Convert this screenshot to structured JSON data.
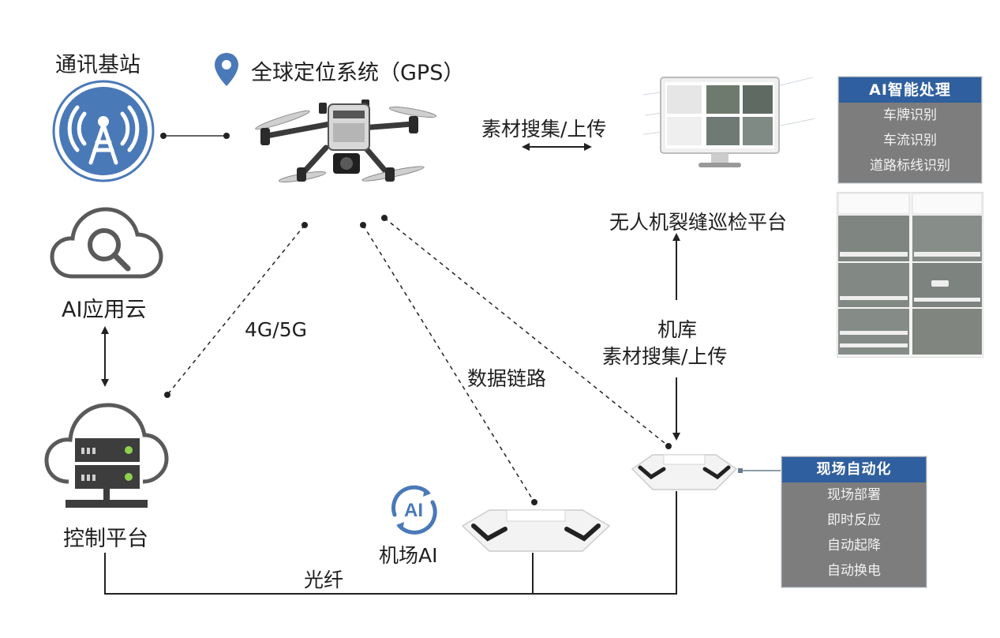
{
  "labels": {
    "base_station": "通讯基站",
    "gps": "全球定位系统（GPS）",
    "ai_cloud": "AI应用云",
    "control_platform": "控制平台",
    "network": "4G/5G",
    "data_link": "数据链路",
    "airport_ai": "机场AI",
    "airport_ai_logo": "AI",
    "fiber": "光纤",
    "upload_top": "素材搜集/上传",
    "platform": "无人机裂缝巡检平台",
    "hangar": "机库",
    "upload_hangar": "素材搜集/上传"
  },
  "ai_panel": {
    "title": "AI智能处理",
    "items": [
      "车牌识别",
      "车流识别",
      "道路标线识别"
    ]
  },
  "site_panel": {
    "title": "现场自动化",
    "items": [
      "现场部署",
      "即时反应",
      "自动起降",
      "自动换电"
    ]
  },
  "colors": {
    "accent_blue": "#4a79b8",
    "panel_header": "#2f5f9e",
    "panel_body": "#7d7d7d",
    "icon_gray": "#5a5a5a",
    "line": "#222222"
  },
  "icons": {
    "base_station": "radio-tower-icon",
    "gps": "location-pin-icon",
    "ai_cloud": "cloud-search-icon",
    "control_platform": "cloud-server-icon",
    "drone": "quadcopter-drone-icon",
    "monitor": "monitor-icon",
    "hangar": "drone-hangar-icon",
    "airport_ai": "ai-cycle-icon"
  }
}
